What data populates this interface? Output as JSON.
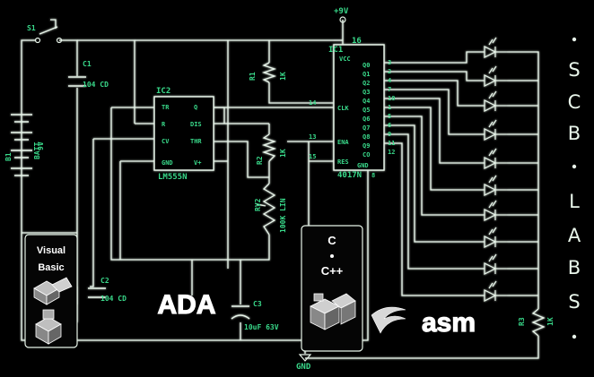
{
  "colors": {
    "wire": "#e8f5ea",
    "label": "#39d98a",
    "background": "#000000"
  },
  "power": {
    "vcc_label": "+9V",
    "gnd_label": "GND"
  },
  "battery": {
    "ref": "B1",
    "value": "9V",
    "designator": "BATT"
  },
  "switch": {
    "designator": "S1"
  },
  "capacitors": [
    {
      "ref": "C1",
      "value": "104 CD"
    },
    {
      "ref": "C2",
      "value": "104 CD"
    },
    {
      "ref": "C3",
      "value": "10uF 63V"
    }
  ],
  "resistors": [
    {
      "ref": "R1",
      "value": "1K"
    },
    {
      "ref": "R2",
      "value": "1K"
    },
    {
      "ref": "R3",
      "value": "1K"
    }
  ],
  "potentiometer": {
    "ref": "RV2",
    "value": "100K LIN"
  },
  "ic_555": {
    "ref": "IC2",
    "name": "LM555N",
    "pins_left": [
      "TR",
      "R",
      "CV",
      "GND"
    ],
    "pins_right": [
      "Q",
      "DIS",
      "THR",
      "V+"
    ]
  },
  "ic_4017": {
    "ref": "IC1",
    "name": "4017N",
    "top_pin": "VCC",
    "top_pin_num": "16",
    "left_pins": [
      "CLK",
      "ENA",
      "RES"
    ],
    "left_pin_nums": [
      "14",
      "13",
      "15"
    ],
    "bottom_pin": "GND",
    "bottom_pin_num": "8",
    "outputs": [
      "Q0",
      "Q1",
      "Q2",
      "Q3",
      "Q4",
      "Q5",
      "Q6",
      "Q7",
      "Q8",
      "Q9",
      "CO"
    ],
    "output_pin_nums": [
      "3",
      "2",
      "4",
      "7",
      "10",
      "1",
      "5",
      "6",
      "9",
      "11",
      "12"
    ]
  },
  "leds": [
    "LED1",
    "LED2",
    "LED3",
    "LED4",
    "LED5",
    "LED6",
    "LED7",
    "LED8",
    "LED9",
    "LED10"
  ],
  "logos": {
    "visual_basic_line1": "Visual",
    "visual_basic_line2": "Basic",
    "ada": "ADA",
    "c_label": "C",
    "cpp_label": "C++",
    "asm": "asm"
  },
  "brand": {
    "letters": [
      "S",
      "C",
      "B",
      "L",
      "A",
      "B",
      "S"
    ]
  }
}
